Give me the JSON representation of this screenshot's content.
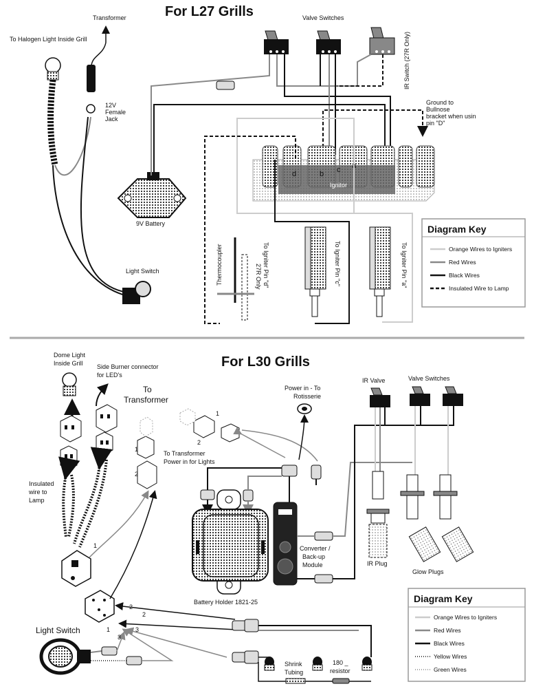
{
  "l27": {
    "title": "For L27 Grills",
    "labels": {
      "transformer": "Transformer",
      "halogen": "To Halogen Light Inside Grill",
      "valve_switches": "Valve Switches",
      "ir_switch": "IR Switch (27R Only)",
      "female_jack_1": "12V",
      "female_jack_2": "Female",
      "female_jack_3": "Jack",
      "ground_1": "Ground to",
      "ground_2": "Bullnose",
      "ground_3": "bracket when usin",
      "ground_4": "pin \"D\"",
      "ignitor": "Ignitor",
      "pin_d": "d",
      "pin_b": "b",
      "pin_c": "c",
      "pin_a": "a",
      "battery": "9V Battery",
      "light_switch": "Light Switch",
      "thermocouple": "Thermocoupler",
      "to_pin_d": "To Igniter Pin \"d\"",
      "r27_only": "27R Only",
      "to_pin_c": "To Igniter Pin \"c\"",
      "to_pin_a": "To Igniter Pin \"a\""
    },
    "key": {
      "title": "Diagram Key",
      "items": [
        "Orange Wires to Igniters",
        "Red Wires",
        "Black Wires",
        "Insulated Wire to Lamp"
      ]
    }
  },
  "l30": {
    "title": "For L30 Grills",
    "labels": {
      "dome_light_1": "Dome Light",
      "dome_light_2": "Inside Grill",
      "side_burner_1": "Side Burner connector",
      "side_burner_2": "for LED's",
      "to_transformer_1": "To",
      "to_transformer_2": "Transformer",
      "power_lights_1": "To Transformer",
      "power_lights_2": "Power in for Lights",
      "power_rot_1": "Power in - To",
      "power_rot_2": "Rotisserie",
      "ir_valve": "IR Valve",
      "valve_switches": "Valve Switches",
      "insulated_1": "Insulated",
      "insulated_2": "wire to",
      "insulated_3": "Lamp",
      "converter_1": "Converter /",
      "converter_2": "Back-up",
      "converter_3": "Module",
      "ir_plug": "IR Plug",
      "glow_plugs": "Glow Plugs",
      "battery_holder": "Battery Holder 1821-25",
      "light_switch": "Light Switch",
      "shrink_1": "Shrink",
      "shrink_2": "Tubing",
      "resistor_1": "180 _",
      "resistor_2": "resistor",
      "num_1": "1",
      "num_2": "2",
      "num_3": "3"
    },
    "key": {
      "title": "Diagram Key",
      "items": [
        "Orange Wires to Igniters",
        "Red Wires",
        "Black Wires",
        "Yellow Wires",
        "Green Wires"
      ]
    }
  }
}
